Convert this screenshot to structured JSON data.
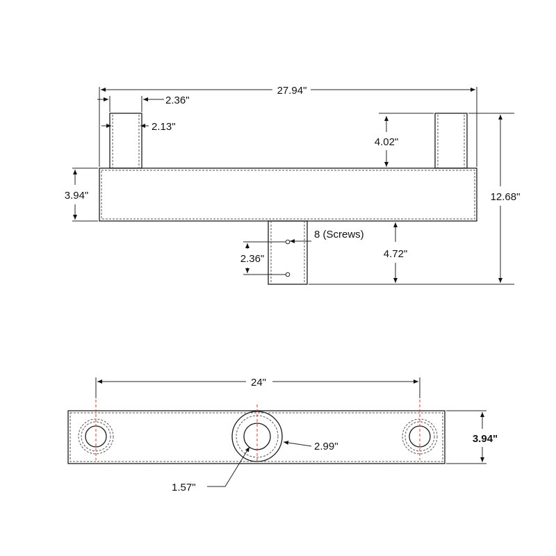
{
  "front_view": {
    "overall_width": "27.94\"",
    "post_width": "2.36\"",
    "post_wall": "2.13\"",
    "post_height": "4.02\"",
    "bar_height": "3.94\"",
    "overall_height": "12.68\"",
    "screws": "8 (Screws)",
    "screw_spacing": "2.36\"",
    "tenon_height": "4.72\""
  },
  "bottom_view": {
    "hole_spacing": "24\"",
    "bar_depth": "3.94\"",
    "outer_diameter": "2.99\"",
    "inner_diameter": "1.57\""
  },
  "colors": {
    "line": "#1a1a1a",
    "centerline": "#d9342b"
  }
}
